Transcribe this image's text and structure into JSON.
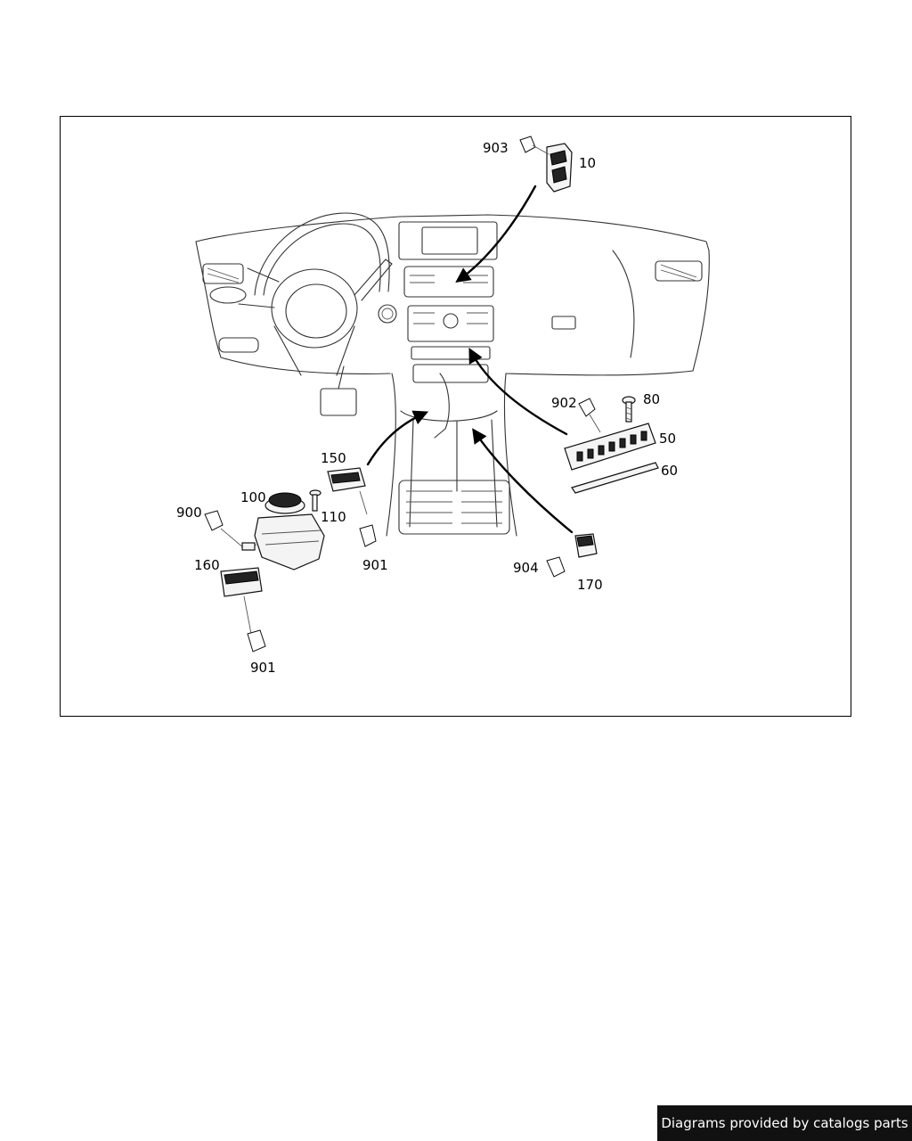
{
  "diagram": {
    "callouts": {
      "c10": "10",
      "c50": "50",
      "c60": "60",
      "c80": "80",
      "c100": "100",
      "c110": "110",
      "c150": "150",
      "c160": "160",
      "c170": "170",
      "c900": "900",
      "c901a": "901",
      "c901b": "901",
      "c902": "902",
      "c903": "903",
      "c904": "904"
    }
  },
  "footer": {
    "credit": "Diagrams provided by catalogs parts"
  },
  "colors": {
    "line": "#333333",
    "badge_bg": "#111111",
    "badge_text": "#ffffff"
  }
}
